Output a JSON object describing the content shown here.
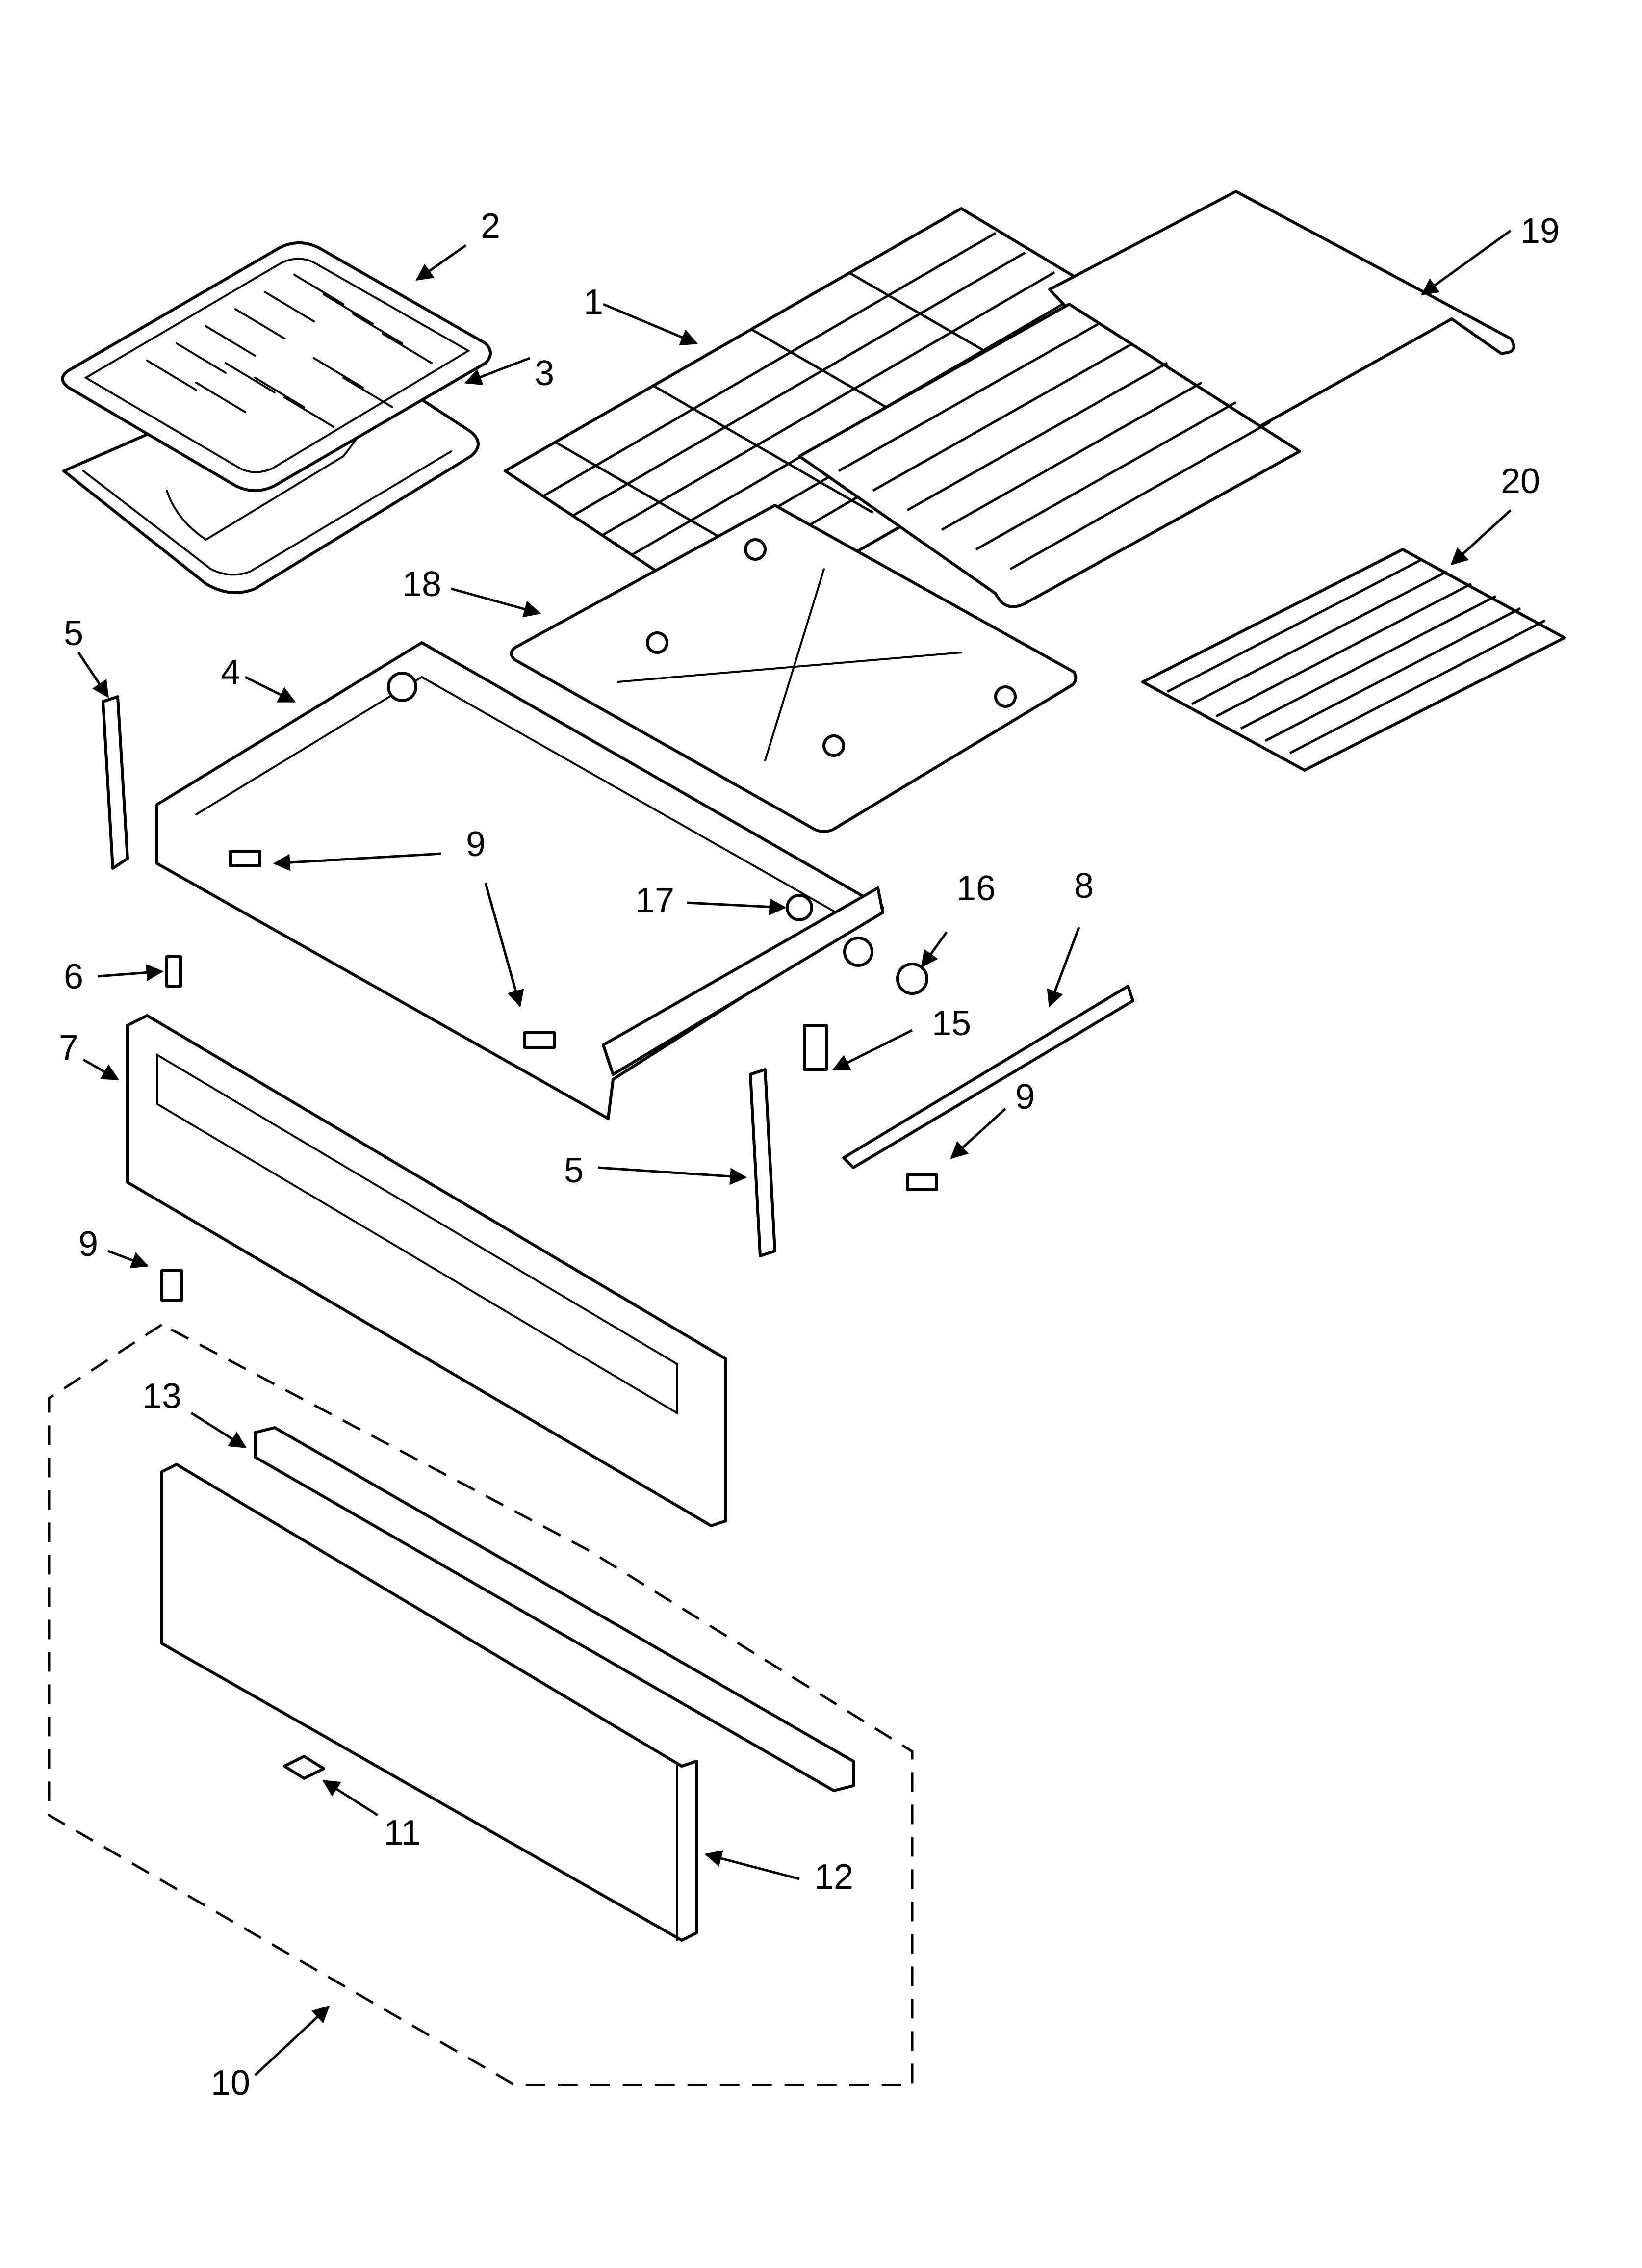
{
  "callouts": [
    {
      "id": "c1",
      "text": "1"
    },
    {
      "id": "c2",
      "text": "2"
    },
    {
      "id": "c3",
      "text": "3"
    },
    {
      "id": "c4",
      "text": "4"
    },
    {
      "id": "c5a",
      "text": "5"
    },
    {
      "id": "c5b",
      "text": "5"
    },
    {
      "id": "c6",
      "text": "6"
    },
    {
      "id": "c7",
      "text": "7"
    },
    {
      "id": "c8",
      "text": "8"
    },
    {
      "id": "c9a",
      "text": "9"
    },
    {
      "id": "c9b",
      "text": "9"
    },
    {
      "id": "c9c",
      "text": "9"
    },
    {
      "id": "c10",
      "text": "10"
    },
    {
      "id": "c11",
      "text": "11"
    },
    {
      "id": "c12",
      "text": "12"
    },
    {
      "id": "c13",
      "text": "13"
    },
    {
      "id": "c15",
      "text": "15"
    },
    {
      "id": "c16",
      "text": "16"
    },
    {
      "id": "c17",
      "text": "17"
    },
    {
      "id": "c18",
      "text": "18"
    },
    {
      "id": "c19",
      "text": "19"
    },
    {
      "id": "c20",
      "text": "20"
    }
  ]
}
